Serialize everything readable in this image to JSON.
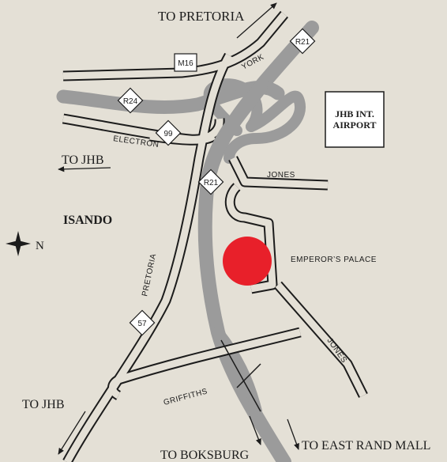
{
  "colors": {
    "background": "#e4e0d6",
    "highway": "#9b9b9b",
    "road_outline": "#1c1c1c",
    "road_fill": "#e4e0d6",
    "marker": "#e8202a"
  },
  "directions": {
    "to_pretoria": "TO PRETORIA",
    "to_jhb_west": "TO JHB",
    "to_jhb_south": "TO JHB",
    "to_boksburg": "TO BOKSBURG",
    "to_east_rand_mall": "TO EAST RAND MALL"
  },
  "roads": {
    "york": "YORK",
    "electron": "ELECTRON",
    "jones_north": "JONES",
    "jones_east": "JONES",
    "pretoria": "PRETORIA",
    "griffiths": "GRIFFITHS"
  },
  "shields": {
    "m16": "M16",
    "r21_north": "R21",
    "r24": "R24",
    "r99": "99",
    "r21_central": "R21",
    "r57": "57"
  },
  "places": {
    "isando": "ISANDO",
    "airport_line1": "JHB INT.",
    "airport_line2": "AIRPORT",
    "emperors_palace": "EMPEROR’S PALACE"
  },
  "compass": {
    "north": "N"
  },
  "icons": {
    "compass": "compass-star-icon",
    "location": "location-dot-icon",
    "direction": "direction-arrow-icon"
  }
}
